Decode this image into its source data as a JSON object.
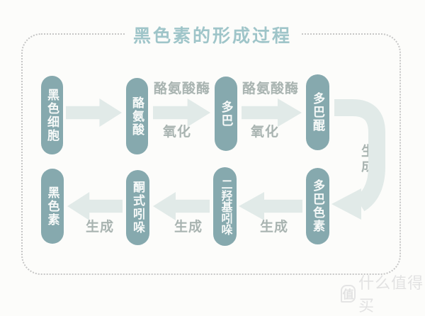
{
  "title": "黑色素的形成过程",
  "nodes": {
    "melanocyte": {
      "label": "黑色细胞"
    },
    "tyrosine": {
      "label": "酪氨酸"
    },
    "dopa": {
      "label": "多巴"
    },
    "dopaquinone": {
      "label": "多巴醌"
    },
    "dopachrome": {
      "label": "多巴色素"
    },
    "dihydroxyindole": {
      "label": "二羟基吲哚"
    },
    "ketone_indole": {
      "label": "酮式吲哚"
    },
    "melanin": {
      "label": "黑色素"
    }
  },
  "edge_labels": {
    "enzyme": "酪氨酸酶",
    "oxidation": "氧化",
    "generation": "生成"
  },
  "colors": {
    "node_fill": "#86a9ae",
    "node_text": "#f6f9f8",
    "arrow_fill": "#e1eae8",
    "edge_label_text": "#a9b4b1",
    "title_text": "#9fc5c9",
    "border_dots": "#c6c6c6",
    "background": "#fcfcfa",
    "watermark": "#e2e2e2"
  },
  "watermark": {
    "logo": "值",
    "text": "什么值得买"
  }
}
